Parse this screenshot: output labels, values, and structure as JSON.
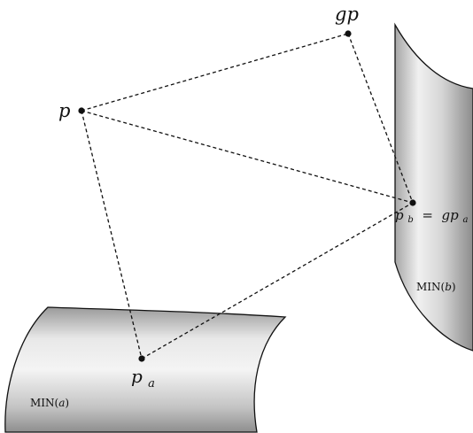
{
  "points": {
    "p": "p",
    "gp": "gp",
    "pa_base": "p",
    "pa_sub": "a",
    "pb_base": "p",
    "pb_sub": "b",
    "pb_eq": " = ",
    "pb_gp_base": "gp",
    "pb_gp_sub": "a"
  },
  "sets": {
    "min_a_prefix": "MIN(",
    "min_a_arg": "a",
    "min_a_suffix": ")",
    "min_b_prefix": "MIN(",
    "min_b_arg": "b",
    "min_b_suffix": ")"
  },
  "colors": {
    "line": "#111111",
    "surface_light": "#f2f2f2",
    "surface_mid": "#c8c8c8",
    "surface_dark": "#8a8a8a"
  }
}
